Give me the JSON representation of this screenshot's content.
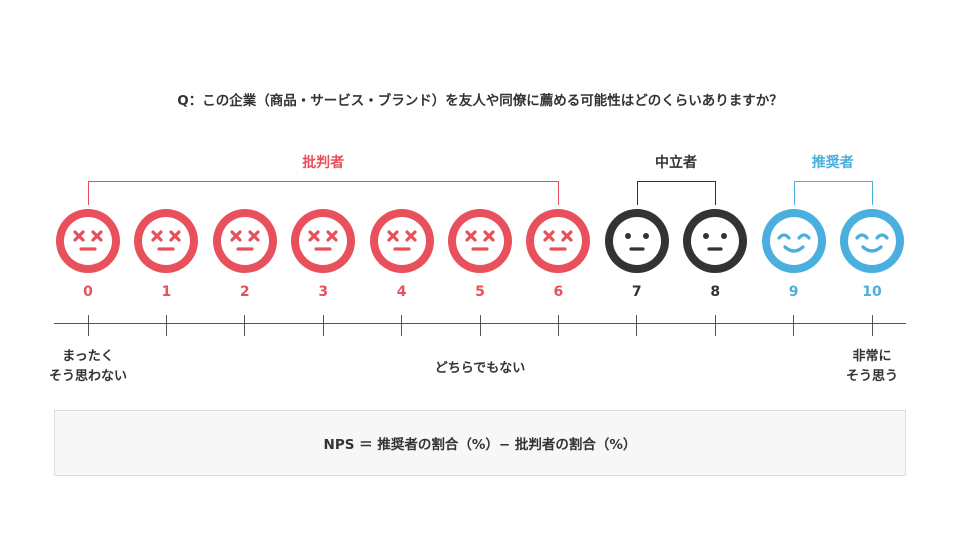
{
  "question": "Q：この企業（商品・サービス・ブランド）を友人や同僚に薦める可能性はどのくらいありますか？",
  "groups": {
    "detractors": {
      "label": "批判者",
      "color": "#e8505b"
    },
    "passives": {
      "label": "中立者",
      "color": "#333333"
    },
    "promoters": {
      "label": "推奨者",
      "color": "#4aaedf"
    }
  },
  "scores": [
    {
      "value": "0",
      "group": "detractors",
      "face": "cross-eyes-face-icon"
    },
    {
      "value": "1",
      "group": "detractors",
      "face": "cross-eyes-face-icon"
    },
    {
      "value": "2",
      "group": "detractors",
      "face": "cross-eyes-face-icon"
    },
    {
      "value": "3",
      "group": "detractors",
      "face": "cross-eyes-face-icon"
    },
    {
      "value": "4",
      "group": "detractors",
      "face": "cross-eyes-face-icon"
    },
    {
      "value": "5",
      "group": "detractors",
      "face": "cross-eyes-face-icon"
    },
    {
      "value": "6",
      "group": "detractors",
      "face": "cross-eyes-face-icon"
    },
    {
      "value": "7",
      "group": "passives",
      "face": "neutral-face-icon"
    },
    {
      "value": "8",
      "group": "passives",
      "face": "neutral-face-icon"
    },
    {
      "value": "9",
      "group": "promoters",
      "face": "smiling-face-icon"
    },
    {
      "value": "10",
      "group": "promoters",
      "face": "smiling-face-icon"
    }
  ],
  "scale_labels": {
    "left_line1": "まったく",
    "left_line2": "そう思わない",
    "middle": "どちらでもない",
    "right_line1": "非常に",
    "right_line2": "そう思う"
  },
  "formula": "NPS ＝ 推奨者の割合（%）− 批判者の割合（%）"
}
